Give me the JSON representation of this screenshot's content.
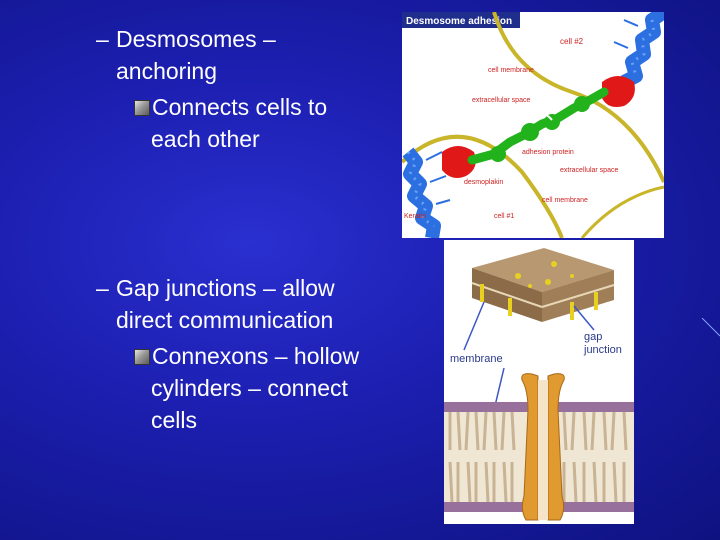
{
  "bullets": [
    {
      "level1_dash": "–",
      "level1_line1": "Desmosomes –",
      "level1_line2": "anchoring",
      "level2_line1": "Connects cells to",
      "level2_line2": "each other"
    },
    {
      "level1_dash": "–",
      "level1_line1": "Gap junctions – allow",
      "level1_line2": "direct communication",
      "level2_line1": "Connexons – hollow",
      "level2_line2": "cylinders – connect",
      "level2_line3": "cells"
    }
  ],
  "desmosome_figure": {
    "title": "Desmosome adhesion",
    "labels": {
      "cell2": "cell #2",
      "cell_membrane_top": "cell membrane",
      "extracellular_left": "extracellular space",
      "adhesion_protein": "adhesion protein",
      "extracellular_right": "extracellular space",
      "desmoplakin": "desmoplakin",
      "cell_membrane_bottom": "cell membrane",
      "keratin": "Keratin",
      "cell1": "cell #1"
    },
    "colors": {
      "title_bg": "#1f2d8c",
      "keratin": "#2b6fe0",
      "desmoplakin": "#e01818",
      "adhesion": "#22b21c",
      "membrane": "#c9b52a",
      "label": "#cc2222"
    }
  },
  "gap_figure": {
    "label_membrane": "membrane",
    "label_gap": "gap",
    "label_junction": "junction",
    "colors": {
      "connexon": "#e09a30",
      "membrane_block": "#a88a62",
      "lipid": "#c8b494",
      "heads": "#7a4a8a",
      "label": "#2a3a8a",
      "arrow": "#3a56c8"
    }
  }
}
